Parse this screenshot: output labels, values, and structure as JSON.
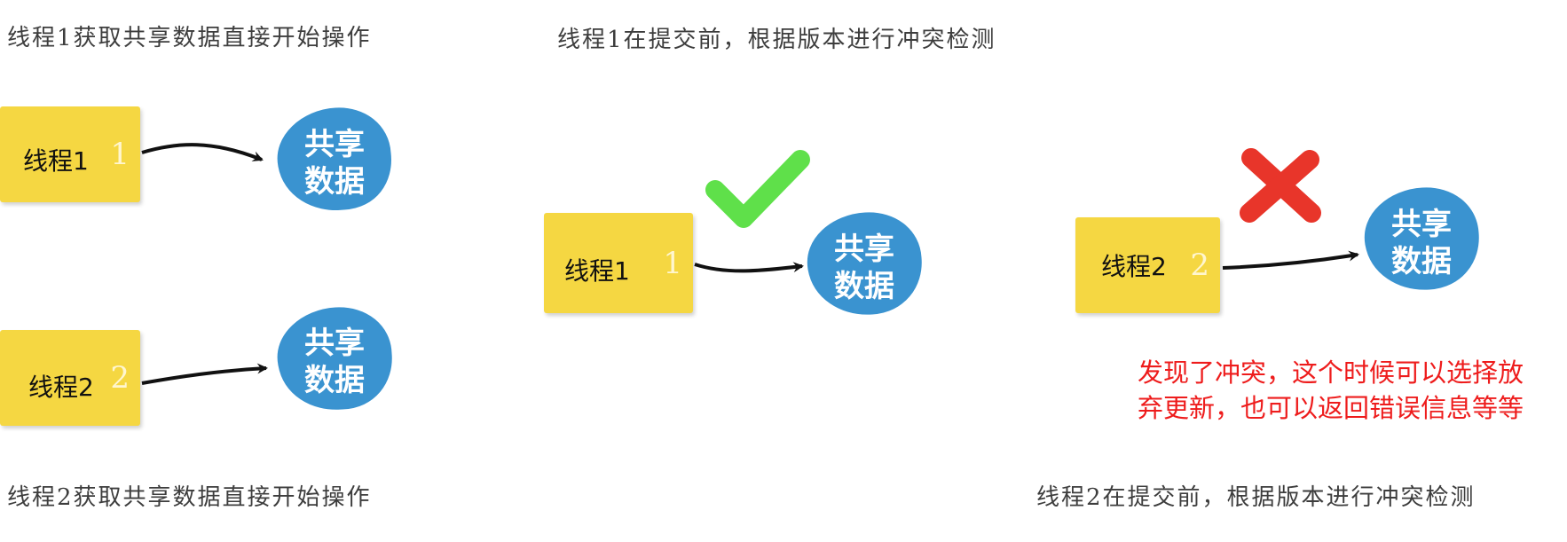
{
  "captions": {
    "top_left": "线程1获取共享数据直接开始操作",
    "bottom_left": "线程2获取共享数据直接开始操作",
    "top_middle": "线程1在提交前，根据版本进行冲突检测",
    "bottom_right": "线程2在提交前，根据版本进行冲突检测"
  },
  "threads": [
    {
      "label": "线程1",
      "ghost": "1"
    },
    {
      "label": "线程2",
      "ghost": "2"
    },
    {
      "label": "线程1",
      "ghost": "1"
    },
    {
      "label": "线程2",
      "ghost": "2"
    }
  ],
  "shared_data": {
    "line1": "共享",
    "line2": "数据"
  },
  "note": {
    "line1": "发现了冲突，这个时候可以选择放",
    "line2": "弃更新，也可以返回错误信息等等"
  },
  "colors": {
    "thread_box": "#f5d742",
    "shared_blob": "#3a93d0",
    "check": "#5fe04a",
    "cross": "#e8352a",
    "note_text": "#ee1c1c"
  },
  "icons": [
    "check-icon",
    "cross-icon"
  ]
}
